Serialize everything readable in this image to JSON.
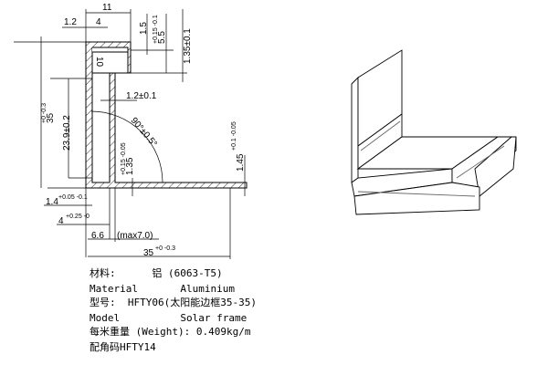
{
  "drawing": {
    "dims": {
      "width_top": "11",
      "left_1_2": "1.2",
      "inner_4": "4",
      "dim_1_5": "1.5",
      "dim_5_5": "5.5",
      "dim_5_5_tol": "+0.15 -0.1",
      "dim_1_35_top": "1.35±0.1",
      "dim_10": "10",
      "wall_1_2": "1.2±0.1",
      "height_35": "35",
      "height_35_tol": "+0 -0.3",
      "height_23_9": "23.9±0.2",
      "angle": "90°±0.5°",
      "dim_1_35_bottom": "1.35",
      "dim_1_35_bottom_tol": "+0.15 -0.05",
      "dim_1_45": "1.45",
      "dim_1_45_tol": "+0.1 -0.05",
      "dim_1_4": "1.4",
      "dim_1_4_tol": "+0.05 -0.1",
      "dim_4": "4",
      "dim_4_tol": "+0.25 -0",
      "dim_6_6": "6.6",
      "max_note": "(max7.0)",
      "width_35": "35",
      "width_35_tol": "+0 -0.3"
    }
  },
  "specs": {
    "material_cn": "材料:      铝 (6063-T5)",
    "material_en": "Material       Aluminium",
    "model_cn": "型号:  HFTY06(太阳能边框35-35)",
    "model_en": "Model          Solar frame",
    "weight": "每米重量 (Weight): 0.409kg/m",
    "corner": "配角码HFTY14"
  }
}
